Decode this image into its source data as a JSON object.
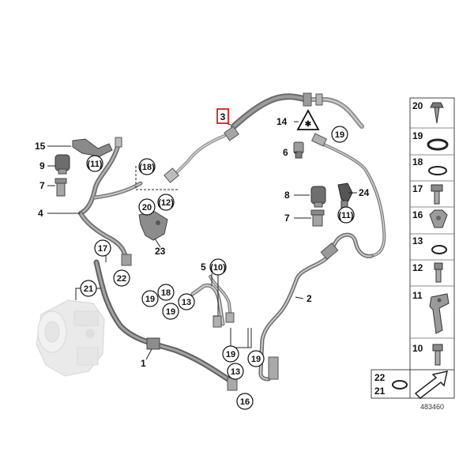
{
  "diagram": {
    "reference_number": "483460",
    "highlighted_part": "3",
    "callouts": {
      "c1": "1",
      "c2": "2",
      "c3": "3",
      "c4": "4",
      "c5": "5",
      "c6": "6",
      "c7a": "7",
      "c7b": "7",
      "c8": "8",
      "c9": "9",
      "c10": "(10)",
      "c11a": "(11)",
      "c11b": "(11)",
      "c12": "(12)",
      "c13a": "13",
      "c13b": "13",
      "c14": "14",
      "c15": "15",
      "c16": "16",
      "c17": "17",
      "c18a": "(18)",
      "c18b": "18",
      "c19a": "19",
      "c19b": "19",
      "c19c": "19",
      "c19d": "19",
      "c19e": "19",
      "c20": "20",
      "c21": "21",
      "c22": "22",
      "c23": "23",
      "c24": "24"
    }
  },
  "parts_panel": {
    "items": [
      "20",
      "19",
      "18",
      "17",
      "16",
      "13",
      "12",
      "11",
      "10"
    ],
    "bottom_labels": [
      "22",
      "21"
    ]
  }
}
